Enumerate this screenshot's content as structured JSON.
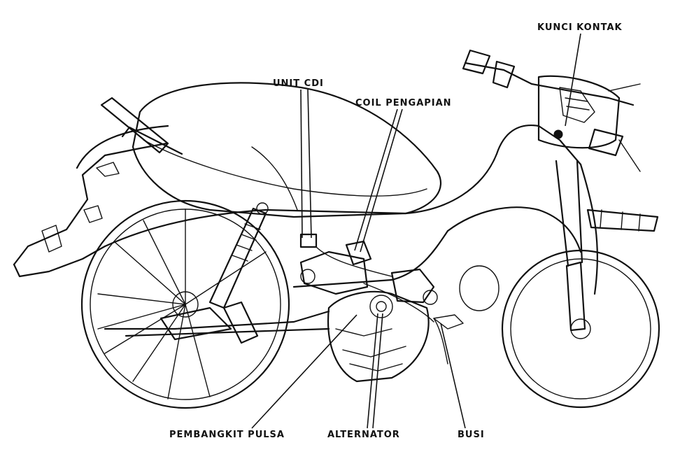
{
  "diagram": {
    "labels": {
      "kunci_kontak": "KUNCI KONTAK",
      "unit_cdi": "UNIT CDI",
      "coil_pengapian": "COIL PENGAPIAN",
      "pembangkit_pulsa": "PEMBANGKIT PULSA",
      "alternator": "ALTERNATOR",
      "busi": "BUSI"
    }
  }
}
